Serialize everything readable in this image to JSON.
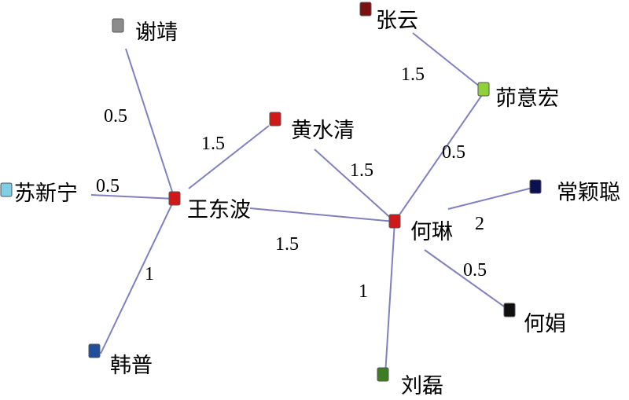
{
  "nodes": [
    {
      "id": "wang",
      "label": "王东波",
      "color": "#d01818"
    },
    {
      "id": "he_lin",
      "label": "何琳",
      "color": "#d01818"
    },
    {
      "id": "huang",
      "label": "黄水清",
      "color": "#d01818"
    },
    {
      "id": "xie",
      "label": "谢靖",
      "color": "#8c8c8c"
    },
    {
      "id": "su",
      "label": "苏新宁",
      "color": "#7fd0e6"
    },
    {
      "id": "han",
      "label": "韩普",
      "color": "#1f4e9c"
    },
    {
      "id": "zhang",
      "label": "张云",
      "color": "#7a1010"
    },
    {
      "id": "ru",
      "label": "茆意宏",
      "color": "#8fd13a"
    },
    {
      "id": "chang",
      "label": "常颖聪",
      "color": "#0b1150"
    },
    {
      "id": "he_juan",
      "label": "何娟",
      "color": "#101010"
    },
    {
      "id": "liu",
      "label": "刘磊",
      "color": "#3f7d22"
    }
  ],
  "edges": [
    {
      "from": "xie",
      "to": "wang",
      "weight": "0.5"
    },
    {
      "from": "su",
      "to": "wang",
      "weight": "0.5"
    },
    {
      "from": "han",
      "to": "wang",
      "weight": "1"
    },
    {
      "from": "wang",
      "to": "huang",
      "weight": "1.5"
    },
    {
      "from": "wang",
      "to": "he_lin",
      "weight": "1.5"
    },
    {
      "from": "huang",
      "to": "he_lin",
      "weight": "1.5"
    },
    {
      "from": "zhang",
      "to": "ru",
      "weight": "1.5"
    },
    {
      "from": "ru",
      "to": "he_lin",
      "weight": "0.5"
    },
    {
      "from": "chang",
      "to": "he_lin",
      "weight": "2"
    },
    {
      "from": "he_lin",
      "to": "he_juan",
      "weight": "0.5"
    },
    {
      "from": "he_lin",
      "to": "liu",
      "weight": "1"
    }
  ]
}
